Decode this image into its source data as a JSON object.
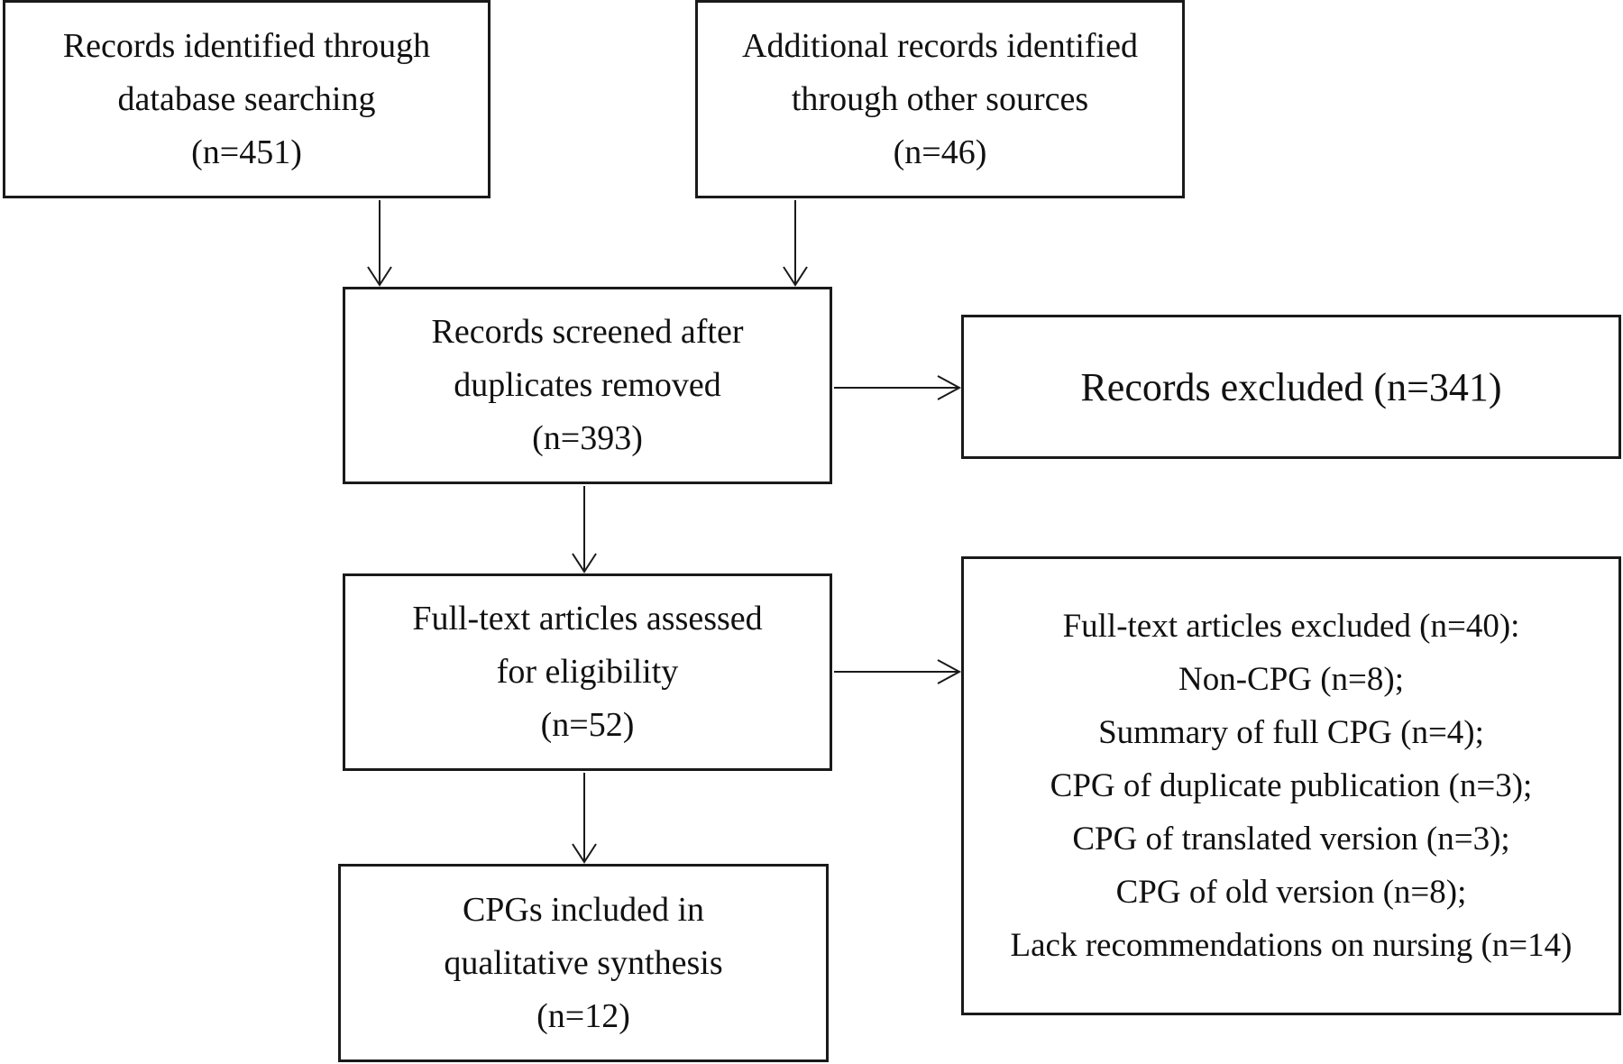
{
  "flowchart": {
    "identified_database": {
      "lines": [
        "Records identified through",
        "database searching",
        "(n=451)"
      ]
    },
    "identified_other": {
      "lines": [
        "Additional records identified",
        "through other sources",
        "(n=46)"
      ]
    },
    "screened": {
      "lines": [
        "Records screened after",
        "duplicates removed",
        "(n=393)"
      ]
    },
    "records_excluded": {
      "lines": [
        "Records excluded (n=341)"
      ]
    },
    "full_text_assessed": {
      "lines": [
        "Full-text articles assessed",
        "for eligibility",
        "(n=52)"
      ]
    },
    "full_text_excluded": {
      "lines": [
        "Full-text articles excluded (n=40):",
        "Non-CPG (n=8);",
        "Summary of full CPG (n=4);",
        "CPG of duplicate publication (n=3);",
        "CPG of translated version (n=3);",
        "CPG of old version (n=8);",
        "Lack recommendations on nursing (n=14)"
      ]
    },
    "included": {
      "lines": [
        "CPGs included in",
        "qualitative synthesis",
        "(n=12)"
      ]
    }
  }
}
